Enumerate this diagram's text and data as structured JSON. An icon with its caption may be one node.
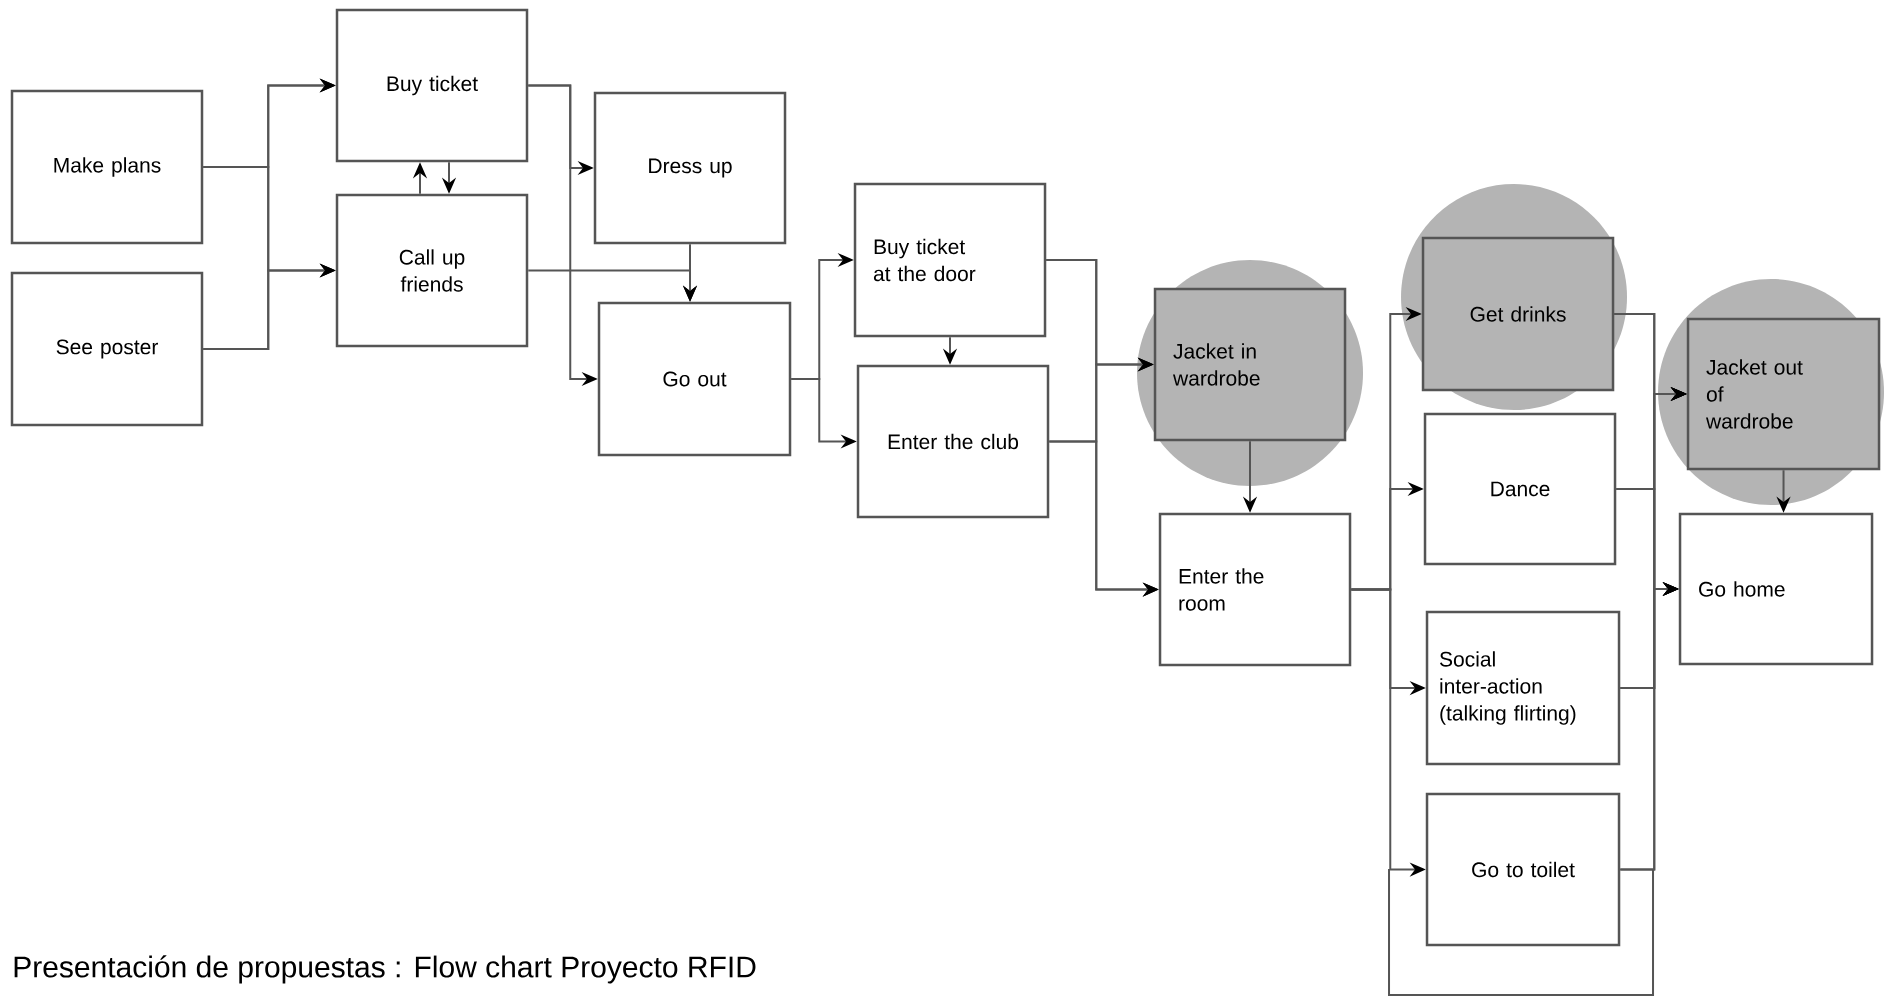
{
  "diagram": {
    "caption": "Presentación de propuestas : Flow chart Proyecto RFID",
    "nodes": [
      {
        "text": [
          "Make plans"
        ]
      },
      {
        "text": [
          "See poster"
        ]
      },
      {
        "text": [
          "Buy ticket"
        ]
      },
      {
        "text": [
          "Call up friends"
        ]
      },
      {
        "text": [
          "Dress up"
        ]
      },
      {
        "text": [
          "Go out"
        ]
      },
      {
        "text": [
          "Buy ticket at the door"
        ]
      },
      {
        "text": [
          "Enter the club"
        ]
      },
      {
        "text": [
          "Jacket in wardrobe"
        ]
      },
      {
        "text": [
          "Enter the room"
        ]
      },
      {
        "text": [
          "Get drinks"
        ]
      },
      {
        "text": [
          "Dance"
        ]
      },
      {
        "text": [
          "Social inter-action (talking flirting)"
        ]
      },
      {
        "text": [
          "Go to toilet"
        ]
      },
      {
        "text": [
          "Jacket out of wardrobe"
        ]
      },
      {
        "text": [
          "Go home"
        ]
      }
    ],
    "edges": [
      {
        "from": 0,
        "to": 2,
        "arrow": "to"
      },
      {
        "from": 0,
        "to": 3,
        "arrow": "to"
      },
      {
        "from": 1,
        "to": 2,
        "arrow": "to"
      },
      {
        "from": 1,
        "to": 3,
        "arrow": "to"
      },
      {
        "from": 3,
        "to": 2,
        "arrow": "to"
      },
      {
        "from": 2,
        "to": 3,
        "arrow": "to"
      },
      {
        "from": 2,
        "to": 4,
        "arrow": "to"
      },
      {
        "from": 2,
        "to": 5,
        "arrow": "to"
      },
      {
        "from": 3,
        "to": 5,
        "arrow": "to"
      },
      {
        "from": 4,
        "to": 5,
        "arrow": "to"
      },
      {
        "from": 5,
        "to": 6,
        "arrow": "to"
      },
      {
        "from": 5,
        "to": 7,
        "arrow": "to"
      },
      {
        "from": 6,
        "to": 7,
        "arrow": "to"
      },
      {
        "from": 6,
        "to": 8,
        "arrow": "to"
      },
      {
        "from": 6,
        "to": 9,
        "arrow": "to"
      },
      {
        "from": 7,
        "to": 8,
        "arrow": "to"
      },
      {
        "from": 7,
        "to": 9,
        "arrow": "to"
      },
      {
        "from": 8,
        "to": 9,
        "arrow": "to"
      },
      {
        "from": 9,
        "to": 10,
        "arrow": "to"
      },
      {
        "from": 9,
        "to": 11,
        "arrow": "to"
      },
      {
        "from": 9,
        "to": 12,
        "arrow": "to"
      },
      {
        "from": 9,
        "to": 13,
        "arrow": "to"
      },
      {
        "from": 10,
        "to": 14,
        "arrow": "to"
      },
      {
        "from": 10,
        "to": 15,
        "arrow": "to"
      },
      {
        "from": 11,
        "to": 14,
        "arrow": "to"
      },
      {
        "from": 11,
        "to": 15,
        "arrow": "to"
      },
      {
        "from": 12,
        "to": 14,
        "arrow": "to"
      },
      {
        "from": 12,
        "to": 15,
        "arrow": "to"
      },
      {
        "from": 13,
        "to": 14,
        "arrow": "to"
      },
      {
        "from": 13,
        "to": 15,
        "arrow": "to"
      },
      {
        "from": 14,
        "to": 15,
        "arrow": "to"
      }
    ]
  }
}
